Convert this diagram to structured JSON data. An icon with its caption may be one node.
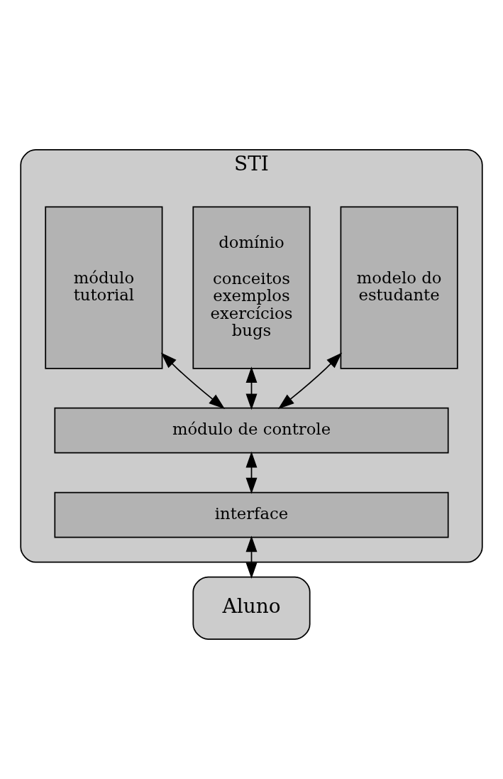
{
  "diagram": {
    "nodes": [
      {
        "text": [
          "STI"
        ]
      },
      {
        "text": [
          "módulo tutorial"
        ],
        "in": 0
      },
      {
        "text": [
          "domínio",
          "conceitos exemplos exercícios bugs"
        ],
        "in": 0
      },
      {
        "text": [
          "modelo do estudante"
        ],
        "in": 0
      },
      {
        "text": [
          "módulo de controle"
        ],
        "in": 0
      },
      {
        "text": [
          "interface"
        ],
        "in": 0
      },
      {
        "text": [
          "Aluno"
        ]
      }
    ],
    "edges": [
      {
        "from": 1,
        "to": 4,
        "arrow": "both"
      },
      {
        "from": 2,
        "to": 4,
        "arrow": "both"
      },
      {
        "from": 3,
        "to": 4,
        "arrow": "both"
      },
      {
        "from": 4,
        "to": 5,
        "arrow": "both"
      },
      {
        "from": 5,
        "to": 6,
        "arrow": "both"
      }
    ]
  }
}
